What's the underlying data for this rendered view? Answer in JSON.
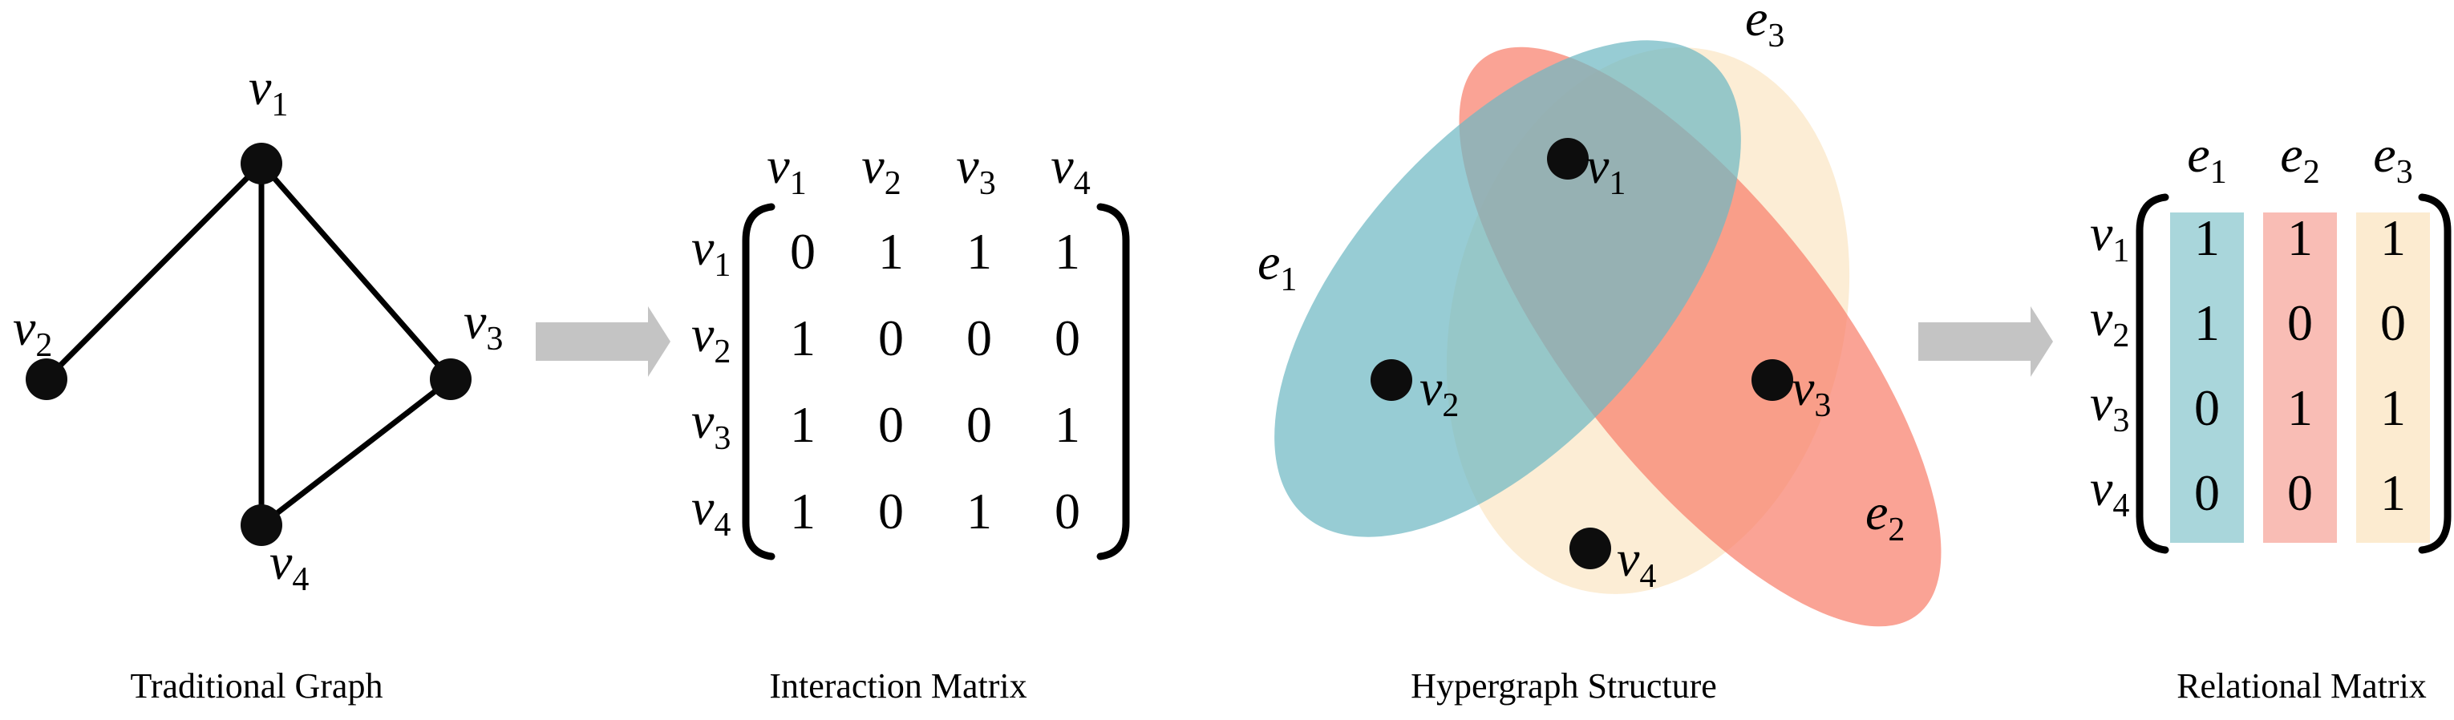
{
  "panels": {
    "graph": {
      "caption": "Traditional Graph",
      "nodes": [
        {
          "letter": "v",
          "index": "1"
        },
        {
          "letter": "v",
          "index": "2"
        },
        {
          "letter": "v",
          "index": "3"
        },
        {
          "letter": "v",
          "index": "4"
        }
      ]
    },
    "interaction": {
      "caption": "Interaction Matrix",
      "col_headers": [
        {
          "letter": "v",
          "index": "1"
        },
        {
          "letter": "v",
          "index": "2"
        },
        {
          "letter": "v",
          "index": "3"
        },
        {
          "letter": "v",
          "index": "4"
        }
      ],
      "row_headers": [
        {
          "letter": "v",
          "index": "1"
        },
        {
          "letter": "v",
          "index": "2"
        },
        {
          "letter": "v",
          "index": "3"
        },
        {
          "letter": "v",
          "index": "4"
        }
      ],
      "rows": [
        [
          "0",
          "1",
          "1",
          "1"
        ],
        [
          "1",
          "0",
          "0",
          "0"
        ],
        [
          "1",
          "0",
          "0",
          "1"
        ],
        [
          "1",
          "0",
          "1",
          "0"
        ]
      ]
    },
    "hypergraph": {
      "caption": "Hypergraph Structure",
      "edges": [
        {
          "letter": "e",
          "index": "1",
          "color": "#6FB9C4"
        },
        {
          "letter": "e",
          "index": "2",
          "color": "#F87F6C"
        },
        {
          "letter": "e",
          "index": "3",
          "color": "#FCEBD0"
        }
      ],
      "nodes": [
        {
          "letter": "v",
          "index": "1"
        },
        {
          "letter": "v",
          "index": "2"
        },
        {
          "letter": "v",
          "index": "3"
        },
        {
          "letter": "v",
          "index": "4"
        }
      ]
    },
    "relational": {
      "caption": "Relational Matrix",
      "col_headers": [
        {
          "letter": "e",
          "index": "1"
        },
        {
          "letter": "e",
          "index": "2"
        },
        {
          "letter": "e",
          "index": "3"
        }
      ],
      "row_headers": [
        {
          "letter": "v",
          "index": "1"
        },
        {
          "letter": "v",
          "index": "2"
        },
        {
          "letter": "v",
          "index": "3"
        },
        {
          "letter": "v",
          "index": "4"
        }
      ],
      "rows": [
        [
          "1",
          "1",
          "1"
        ],
        [
          "1",
          "0",
          "0"
        ],
        [
          "0",
          "1",
          "1"
        ],
        [
          "0",
          "0",
          "1"
        ]
      ],
      "column_colors": [
        "#A9D6DB",
        "#F9BDB5",
        "#FCEBD0"
      ]
    }
  },
  "arrow_color": "#C4C4C4"
}
